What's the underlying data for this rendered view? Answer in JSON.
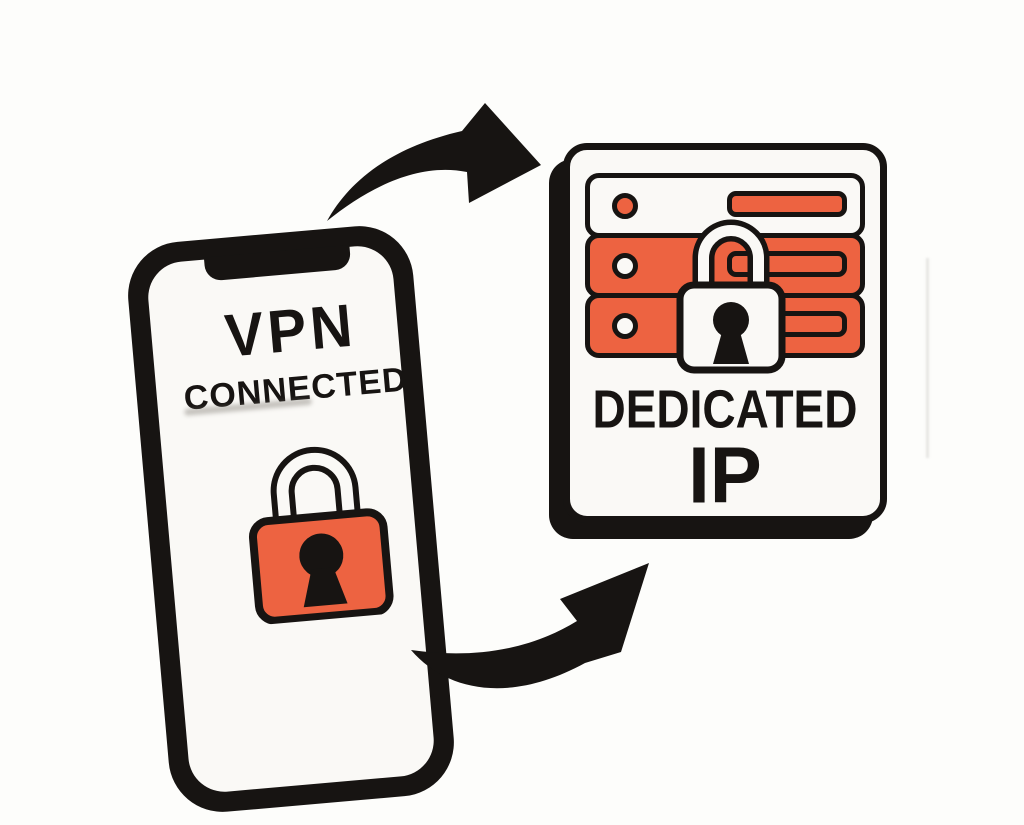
{
  "title": "VPN to Dedicated IP illustration",
  "colors": {
    "background": "#FDFDFB",
    "ink": "#171412",
    "accent": "#ED6341",
    "paper": "#FAF9F6"
  },
  "phone": {
    "title": "VPN",
    "subtitle": "CONNECTED",
    "lock_icon": "padlock-locked-orange"
  },
  "server": {
    "label_line1": "DEDICATED",
    "label_line2": "IP",
    "lock_icon": "padlock-locked-white",
    "rack_rows": 3
  },
  "arrows": {
    "top": "curved-arrow-phone-to-server",
    "bottom": "curved-arrow-to-server-return"
  }
}
